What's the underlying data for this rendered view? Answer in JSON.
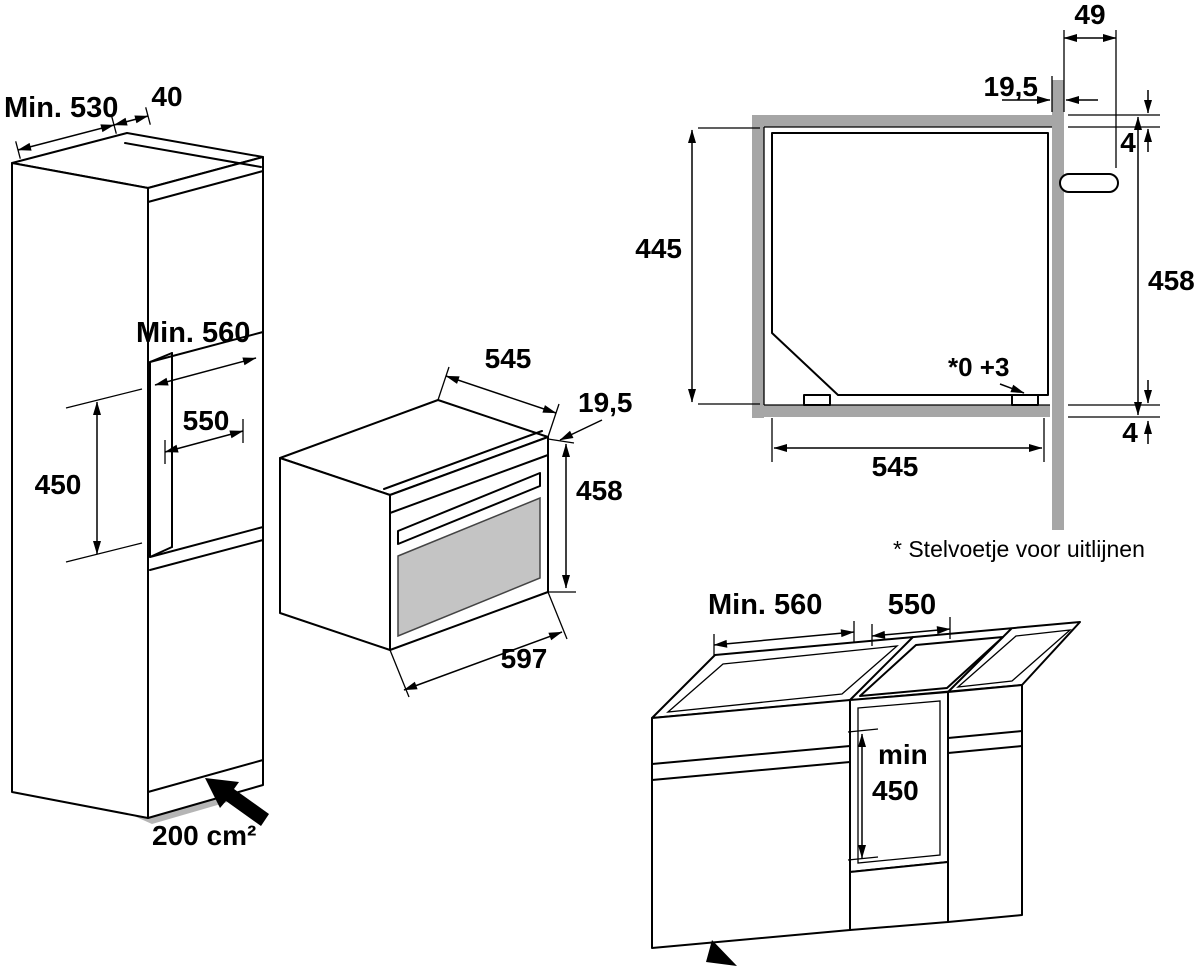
{
  "colors": {
    "background": "#ffffff",
    "line": "#000000",
    "wall_grey": "#a6a6a6",
    "plinth_grey": "#b5b5b5",
    "glass_grey": "#c4c4c4"
  },
  "tall_cabinet": {
    "depth_min": "Min. 530",
    "rear_gap": "40",
    "niche_width_min": "Min. 560",
    "niche_width_inner": "550",
    "niche_height": "450",
    "vent_area": "200 cm²"
  },
  "oven": {
    "depth": "545",
    "door_protrusion": "19,5",
    "height": "458",
    "width": "597"
  },
  "side_section": {
    "front_offset": "49",
    "front_gap": "19,5",
    "top_clearance": "4",
    "niche_height": "445",
    "total_height": "458",
    "foot_adjustment": "*0 +3",
    "bottom_clearance": "4",
    "niche_depth": "545",
    "footnote": "* Stelvoetje voor uitlijnen"
  },
  "base_cabinet": {
    "niche_width_min": "Min. 560",
    "opening_width": "550",
    "opening_height_label": "min",
    "opening_height_value": "450"
  }
}
